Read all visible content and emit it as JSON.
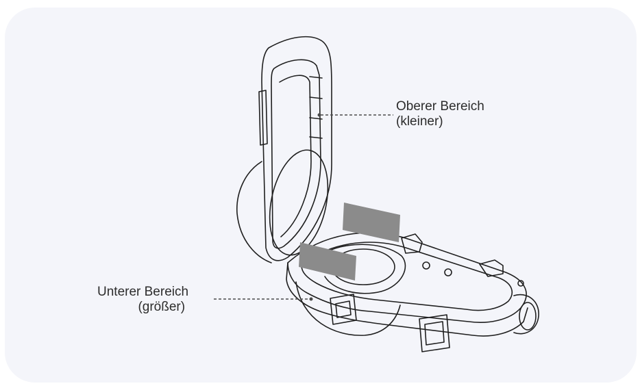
{
  "colors": {
    "background": "#f4f5fa",
    "outline": "#1f1f1f",
    "tape": "#8b8b8b"
  },
  "labels": {
    "upper": {
      "line1": "Oberer Bereich",
      "line2": "(kleiner)"
    },
    "lower": {
      "line1": "Unterer Bereich",
      "line2": "(größer)"
    }
  }
}
